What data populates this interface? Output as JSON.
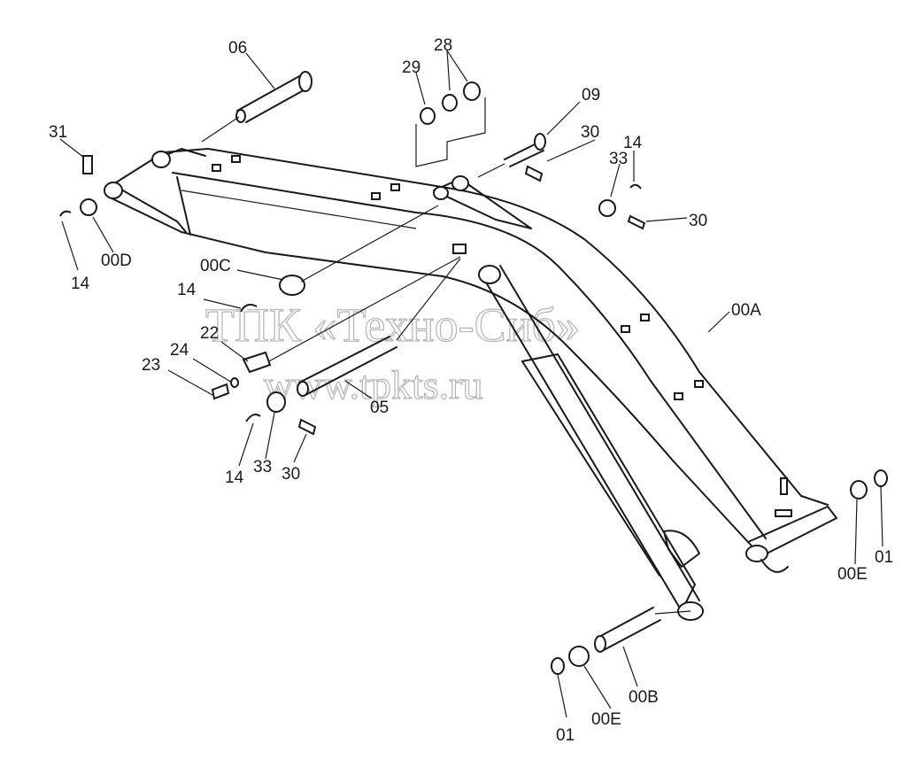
{
  "diagram": {
    "watermark_line1": "ТПК «Техно-Сиб»",
    "watermark_line2": "www.tpkts.ru",
    "labels": {
      "l06": "06",
      "l28": "28",
      "l29": "29",
      "l09": "09",
      "l30a": "30",
      "l14a": "14",
      "l33a": "33",
      "l30b": "30",
      "l31": "31",
      "l00D": "00D",
      "l14b": "14",
      "l00C": "00C",
      "l14c": "14",
      "l00A": "00A",
      "l22": "22",
      "l24": "24",
      "l23": "23",
      "l05": "05",
      "l14d": "14",
      "l33b": "33",
      "l30c": "30",
      "l00Ea": "00E",
      "l01a": "01",
      "l00B": "00B",
      "l00Eb": "00E",
      "l01b": "01"
    }
  }
}
